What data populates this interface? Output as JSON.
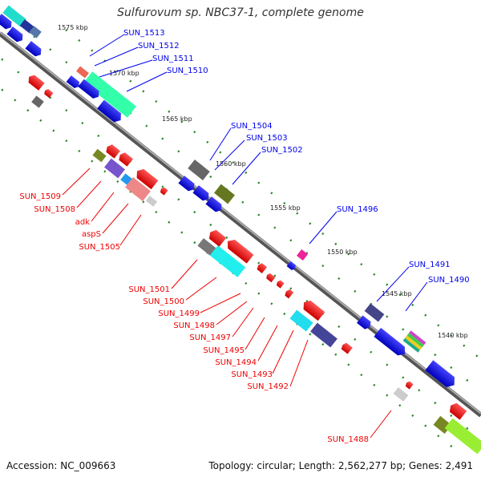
{
  "title": "Sulfurovum sp. NBC37-1, complete genome",
  "footer": {
    "accession": "Accession: NC_009663",
    "summary": "Topology: circular; Length: 2,562,277 bp; Genes: 2,491"
  },
  "kbp_marks": [
    "1575 kbp",
    "1570 kbp",
    "1565 kbp",
    "1560 kbp",
    "1555 kbp",
    "1550 kbp",
    "1545 kbp",
    "1540 kbp"
  ],
  "labels_forward": [
    "SUN_1513",
    "SUN_1512",
    "SUN_1511",
    "SUN_1510",
    "SUN_1504",
    "SUN_1503",
    "SUN_1502",
    "SUN_1496",
    "SUN_1491",
    "SUN_1490"
  ],
  "labels_reverse": [
    "SUN_1509",
    "SUN_1508",
    "adk",
    "aspS",
    "SUN_1505",
    "SUN_1501",
    "SUN_1500",
    "SUN_1499",
    "SUN_1498",
    "SUN_1497",
    "SUN_1495",
    "SUN_1494",
    "SUN_1493",
    "SUN_1492",
    "SUN_1488"
  ],
  "colors": {
    "forward": "#0000ee",
    "reverse": "#ee0000",
    "backbone": "#777777",
    "tick": "#228822",
    "cyan": "#44ffee",
    "green_cog": "#778833",
    "gray_cog": "#777777"
  }
}
